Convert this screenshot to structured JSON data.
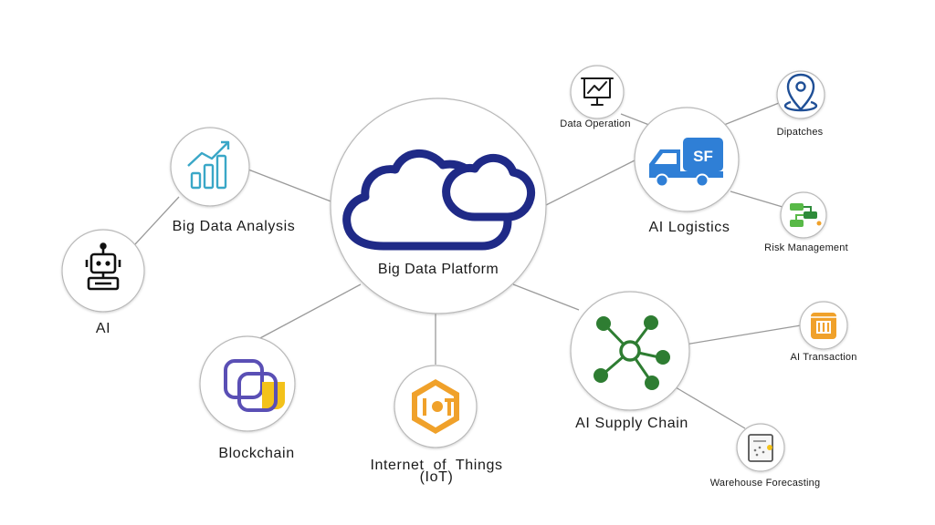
{
  "hub": {
    "label": "Big Data Platform",
    "icon": "cloud-icon"
  },
  "nodes": {
    "big_data_analysis": {
      "label": "Big Data Analysis",
      "icon": "bar-chart-icon"
    },
    "ai": {
      "label": "AI",
      "icon": "robot-icon"
    },
    "blockchain": {
      "label": "Blockchain",
      "icon": "stacked-squares-icon"
    },
    "iot": {
      "label_line1": "Internet  of  Things",
      "label_line2": "(IoT)",
      "icon": "iot-hexagon-icon"
    },
    "ai_supply_chain": {
      "label": "AI Supply Chain",
      "icon": "network-nodes-icon"
    },
    "ai_logistics": {
      "label": "AI Logistics",
      "icon": "delivery-truck-icon",
      "truck_text": "SF"
    },
    "data_operation": {
      "label": "Data Operation",
      "icon": "presentation-chart-icon"
    },
    "dipatches": {
      "label": "Dipatches",
      "icon": "map-pin-icon"
    },
    "risk_management": {
      "label": "Risk Management",
      "icon": "risk-flow-icon"
    },
    "ai_transaction": {
      "label": "AI Transaction",
      "icon": "transaction-box-icon"
    },
    "warehouse_forecasting": {
      "label": "Warehouse Forecasting",
      "icon": "forecast-document-icon"
    }
  },
  "colors": {
    "navy": "#1f2a87",
    "teal": "#3aa7c7",
    "green": "#2e7d32",
    "logistics_blue": "#2f7fd6",
    "orange": "#f0a12a",
    "purple": "#5a4fb5",
    "yellow": "#f3c21a",
    "line": "#9a9a9a",
    "circle_stroke": "#b9b9b9"
  }
}
